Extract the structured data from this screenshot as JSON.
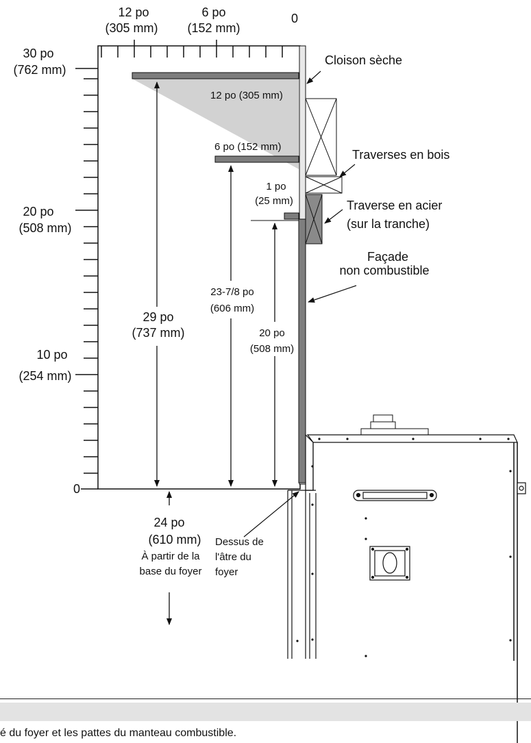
{
  "top_scale": {
    "l12_po": "12 po",
    "l12_mm": "(305 mm)",
    "l6_po": "6 po",
    "l6_mm": "(152 mm)",
    "l0": "0"
  },
  "left_scale": {
    "l30_po": "30 po",
    "l30_mm": "(762 mm)",
    "l20_po": "20 po",
    "l20_mm": "(508 mm)",
    "l10_po": "10 po",
    "l10_mm": "(254 mm)",
    "l0": "0"
  },
  "shelves": {
    "s12": "12 po (305 mm)",
    "s6": "6 po (152 mm)",
    "s1_po": "1 po",
    "s1_mm": "(25 mm)"
  },
  "heights": {
    "h29_po": "29 po",
    "h29_mm": "(737 mm)",
    "h23_po": "23-7/8 po",
    "h23_mm": "(606 mm)",
    "h20_po": "20 po",
    "h20_mm": "(508 mm)"
  },
  "callouts": {
    "drywall": "Cloison sèche",
    "wood_studs": "Traverses en bois",
    "steel_1": "Traverse en acier",
    "steel_2": "(sur la tranche)",
    "facade_1": "Façade",
    "facade_2": "non combustible"
  },
  "base": {
    "dim_po": "24 po",
    "dim_mm": "(610 mm)",
    "from_1": "À partir de la",
    "from_2": "base du foyer",
    "hearth_1": "Dessus de",
    "hearth_2": "l'âtre du",
    "hearth_3": "foyer"
  },
  "footer_note": "é du foyer et les pattes du manteau combustible."
}
